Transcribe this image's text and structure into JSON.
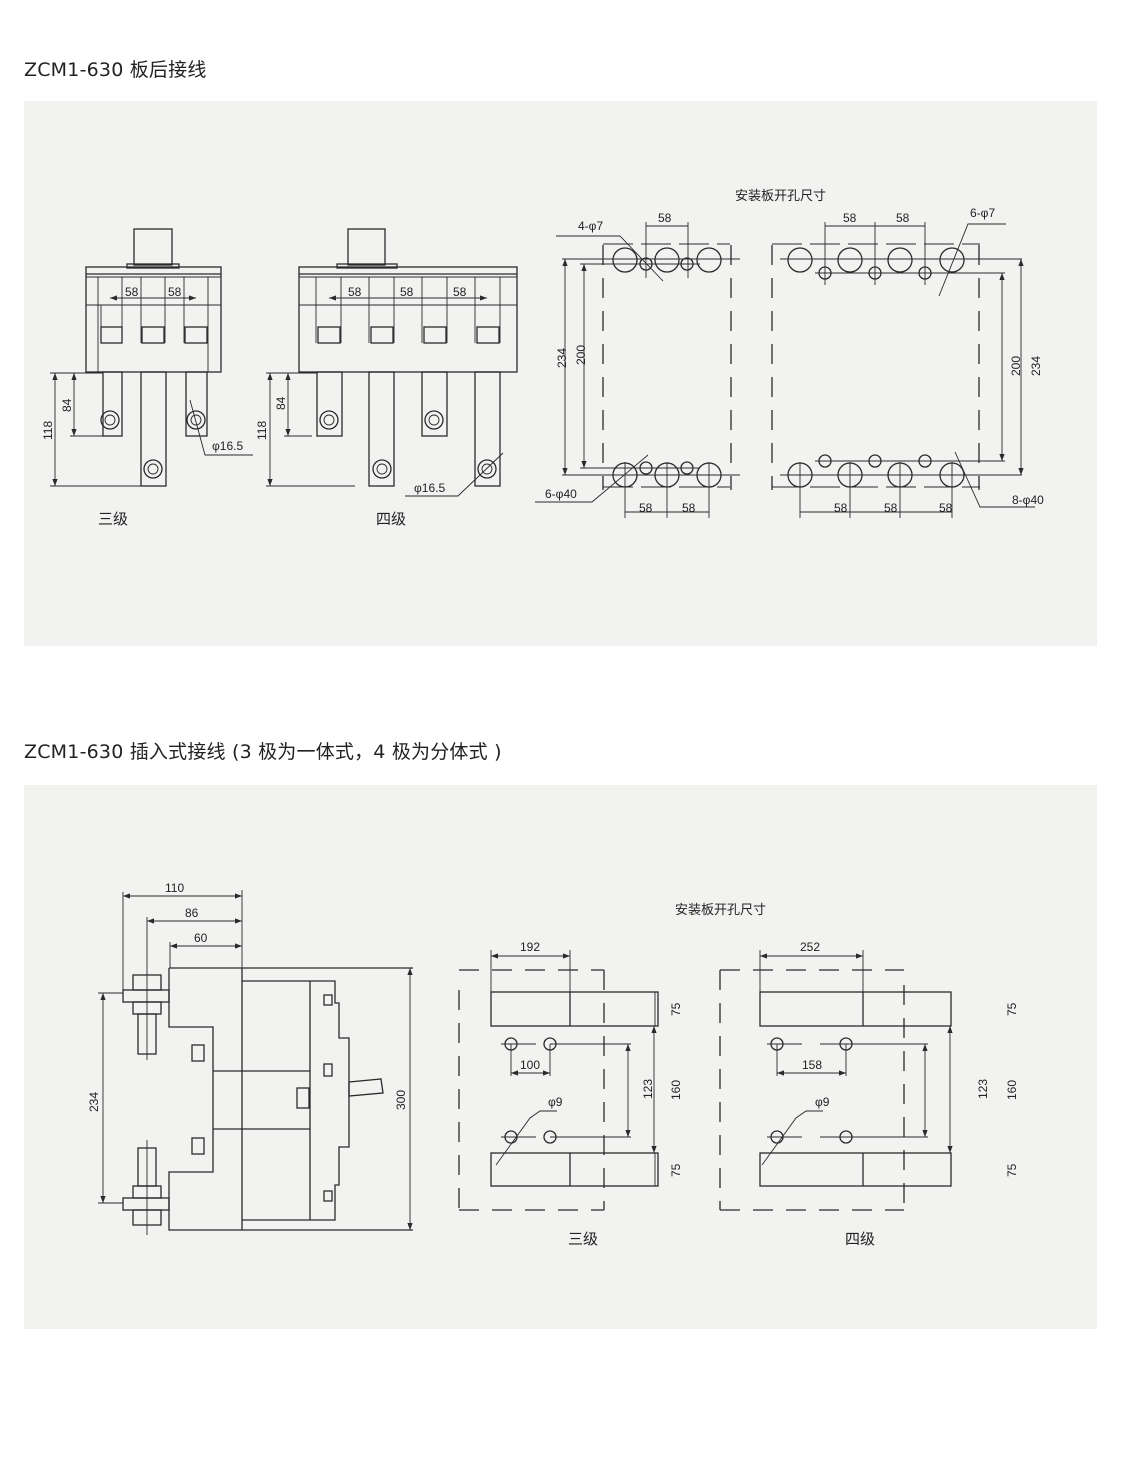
{
  "section1": {
    "title": "ZCM1-630 板后接线",
    "three_pole": {
      "caption": "三级",
      "spacing": [
        "58",
        "58"
      ],
      "height_long": "118",
      "height_short": "84",
      "hole": "φ16.5"
    },
    "four_pole": {
      "caption": "四级",
      "spacing": [
        "58",
        "58",
        "58"
      ],
      "height_long": "118",
      "height_short": "84",
      "hole": "φ16.5"
    },
    "panel_cutout": {
      "heading": "安装板开孔尺寸",
      "three": {
        "top_spacing": "58",
        "small_holes": "4-φ7",
        "big_holes": "6-φ40",
        "outer": "234",
        "inner": "200",
        "bottom_spacing": [
          "58",
          "58"
        ]
      },
      "four": {
        "top_spacing": [
          "58",
          "58"
        ],
        "small_holes": "6-φ7",
        "big_holes": "8-φ40",
        "outer": "234",
        "inner": "200",
        "bottom_spacing": [
          "58",
          "58",
          "58"
        ]
      }
    }
  },
  "section2": {
    "title": "ZCM1-630 插入式接线 (3 极为一体式，4 极为分体式 )",
    "side_view": {
      "depths": [
        "110",
        "86",
        "60"
      ],
      "terminal_pitch": "234",
      "height": "300"
    },
    "panel_cutout": {
      "heading": "安装板开孔尺寸",
      "three": {
        "caption": "三级",
        "width": "192",
        "hole_spacing": "100",
        "hole": "φ9",
        "hole_pitch": "123",
        "inner": "160",
        "band_top": "75",
        "band_bottom": "75"
      },
      "four": {
        "caption": "四级",
        "width": "252",
        "hole_spacing": "158",
        "hole": "φ9",
        "hole_pitch": "123",
        "inner": "160",
        "band_top": "75",
        "band_bottom": "75"
      }
    }
  }
}
